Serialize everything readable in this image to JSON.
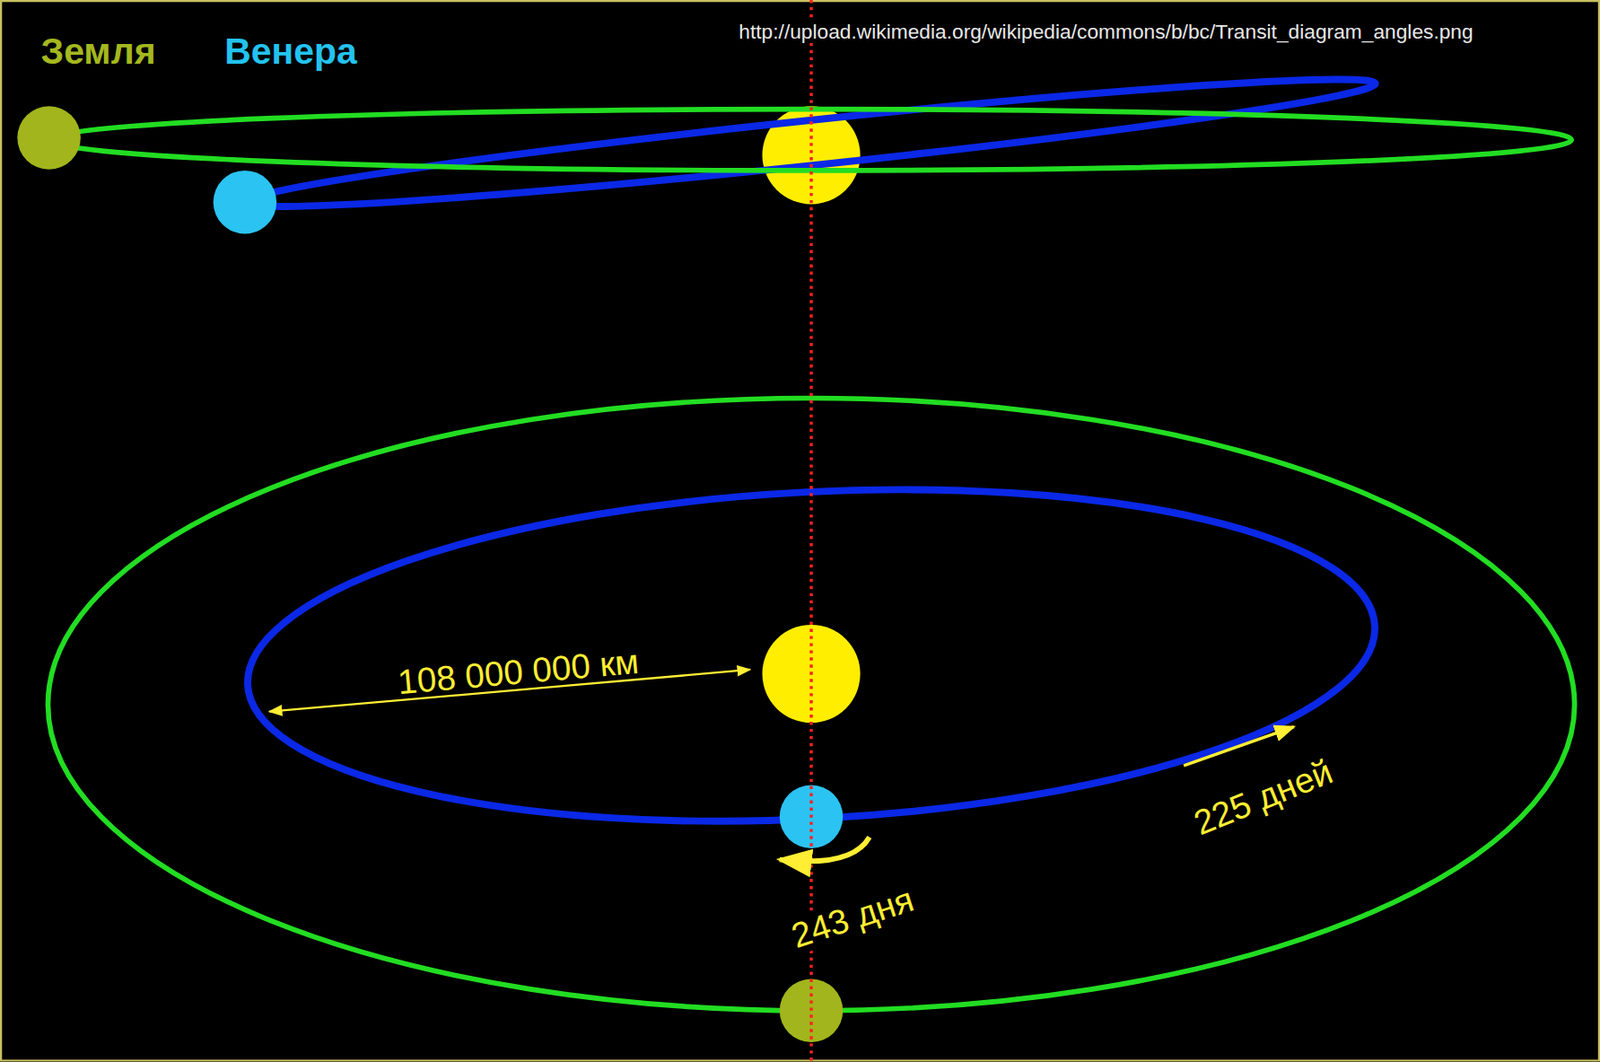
{
  "diagram": {
    "labels": [
      "Земля",
      "Венера",
      "http://upload.wikimedia.org/wikipedia/commons/b/bc/Transit_diagram_angles.png",
      "108 000 000 км",
      "225 дней",
      "243 дня"
    ]
  }
}
